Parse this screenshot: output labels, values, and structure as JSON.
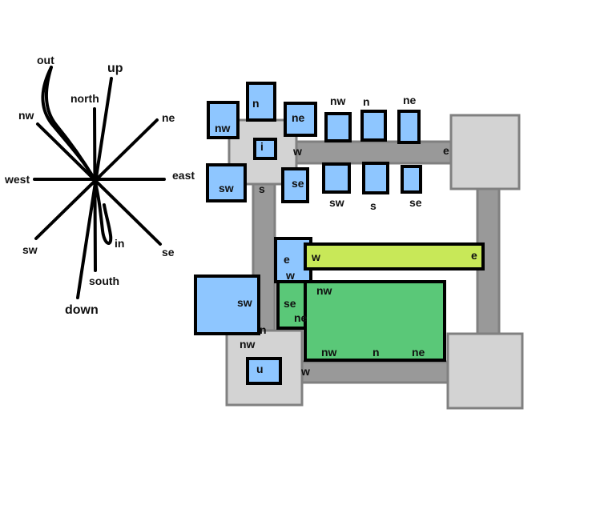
{
  "colors": {
    "room": "#d3d3d3",
    "room_border": "#808080",
    "corridor": "#999999",
    "corridor_border": "#808080",
    "blue": "#8ec6ff",
    "lime": "#c8e858",
    "green": "#5ac878",
    "ink": "#000000"
  },
  "compass": {
    "out": "out",
    "up": "up",
    "north": "north",
    "nw": "nw",
    "ne": "ne",
    "west": "west",
    "east": "east",
    "sw": "sw",
    "in": "in",
    "se": "se",
    "south": "south",
    "down": "down"
  },
  "map": {
    "tl_room": {
      "nw": "nw",
      "n": "n",
      "ne": "ne",
      "i": "i",
      "w": "w",
      "sw": "sw",
      "s": "s",
      "se": "se"
    },
    "top_corridor": {
      "nw": "nw",
      "n": "n",
      "ne": "ne",
      "e": "e",
      "sw": "sw",
      "s": "s",
      "se": "se"
    },
    "middle": {
      "e_box": "e",
      "w_small": "w",
      "lime_w": "w",
      "lime_e": "e",
      "sw_box": "sw",
      "se_box": "se",
      "ne_small": "ne",
      "n_small": "n",
      "green_nw_top": "nw",
      "green_nw": "nw",
      "green_n": "n",
      "green_ne": "ne"
    },
    "bottom": {
      "nw": "nw",
      "u": "u",
      "w": "w"
    }
  }
}
